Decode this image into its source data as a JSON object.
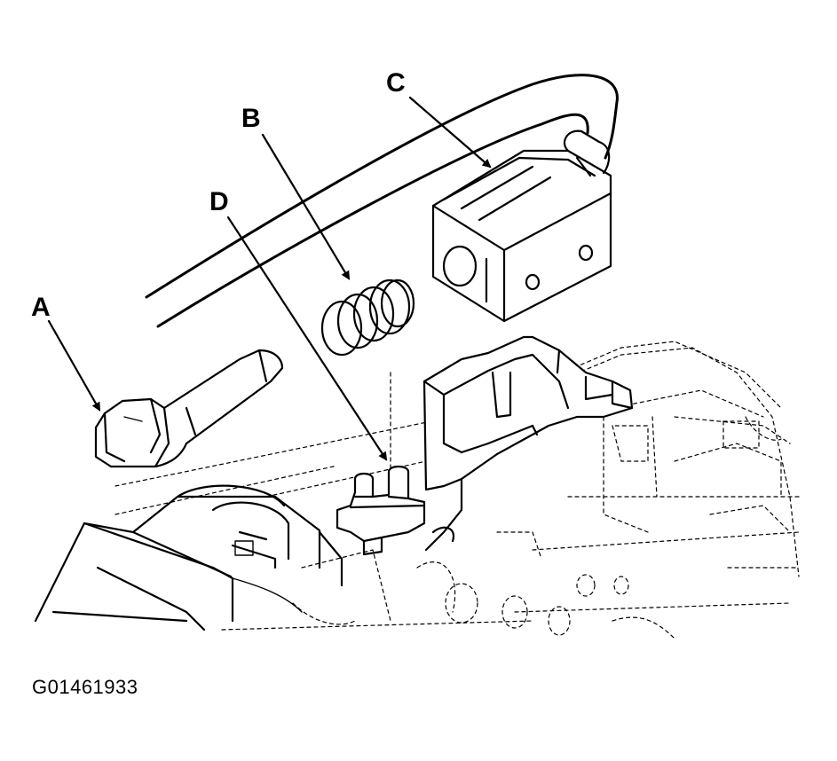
{
  "labels": {
    "a": "A",
    "b": "B",
    "c": "C",
    "d": "D"
  },
  "figure_id": "G01461933",
  "colors": {
    "ink": "#000000",
    "paper": "#ffffff"
  }
}
